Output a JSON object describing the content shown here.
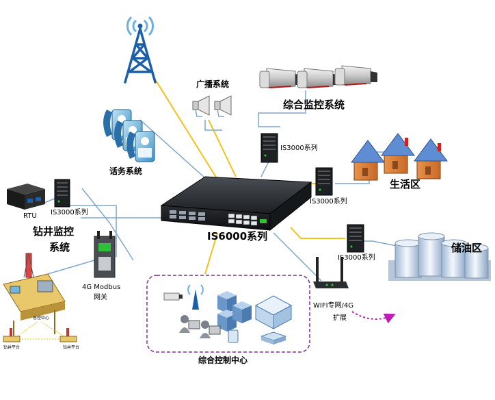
{
  "labels": {
    "broadcast": "广播系统",
    "surveillance": "综合监控系统",
    "telephony": "话务系统",
    "is3000_top": "IS3000系列",
    "living_area": "生活区",
    "is3000_mid": "IS3000系列",
    "is3000_left": "IS3000系列",
    "rtu": "RTU",
    "drilling_line1": "钻井监控",
    "drilling_line2": "系统",
    "is6000": "IS6000系列",
    "modbus_line1": "4G Modbus",
    "modbus_line2": "网关",
    "is3000_right": "IS3000系列",
    "oil_storage": "储油区",
    "wifi_line1": "WIFI专网/4G",
    "wifi_line2": "扩展",
    "control_center": "综合控制中心",
    "platform_left": "钻井平台",
    "platform_right": "钻井平台",
    "platform_center": "总控中心"
  },
  "colors": {
    "link_yellow": "#F2C21A",
    "link_blue": "#7FA6CC",
    "control_border": "#7A2E8E",
    "wifi_arrow": "#C21BB5"
  }
}
